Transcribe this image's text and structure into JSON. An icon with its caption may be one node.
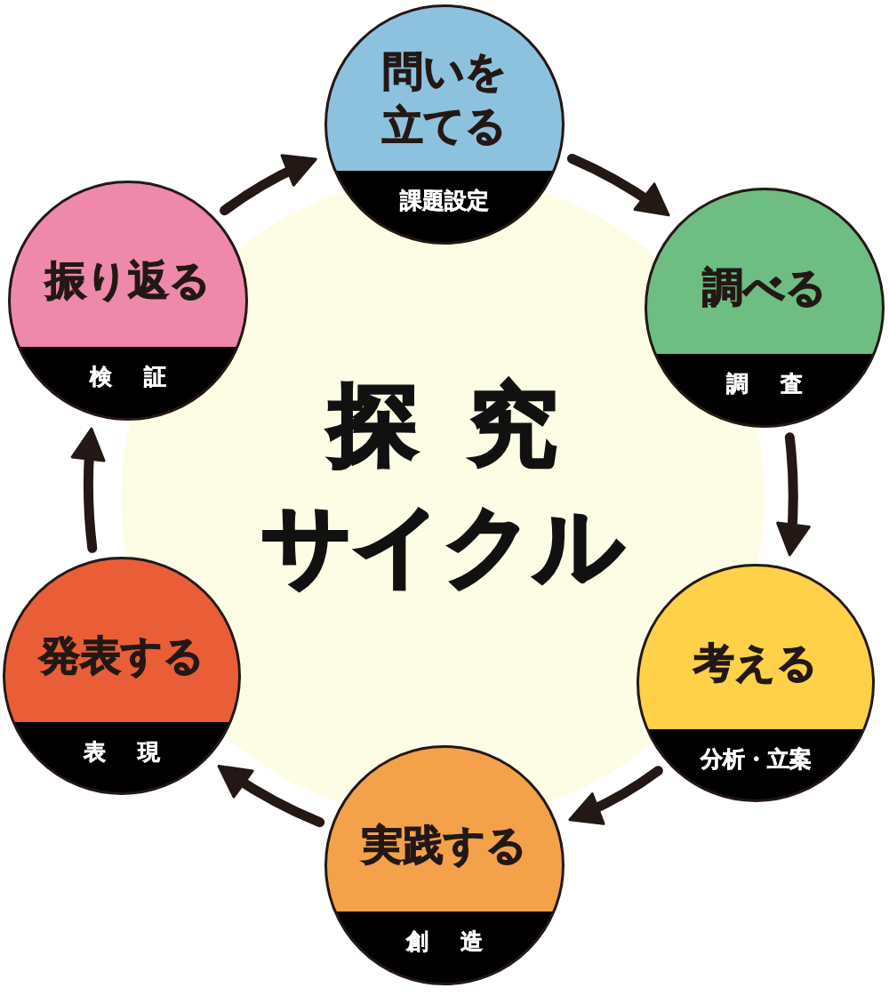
{
  "diagram": {
    "title": "探究サイクル",
    "nodes": [
      {
        "text": [
          "問いを立てる",
          "課題設定"
        ]
      },
      {
        "text": [
          "調べる",
          "調査"
        ]
      },
      {
        "text": [
          "考える",
          "分析・立案"
        ]
      },
      {
        "text": [
          "実践する",
          "創造"
        ]
      },
      {
        "text": [
          "発表する",
          "表現"
        ]
      },
      {
        "text": [
          "振り返る",
          "検証"
        ]
      }
    ],
    "edges": [
      {
        "from": 0,
        "to": 1,
        "arrow": "to"
      },
      {
        "from": 1,
        "to": 2,
        "arrow": "to"
      },
      {
        "from": 2,
        "to": 3,
        "arrow": "to"
      },
      {
        "from": 3,
        "to": 4,
        "arrow": "to"
      },
      {
        "from": 4,
        "to": 5,
        "arrow": "to"
      },
      {
        "from": 5,
        "to": 0,
        "arrow": "to"
      }
    ]
  }
}
